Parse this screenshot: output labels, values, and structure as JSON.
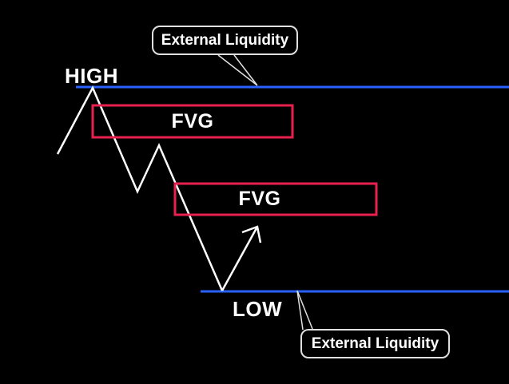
{
  "diagram": {
    "high_label": "HIGH",
    "low_label": "LOW",
    "fvg_upper_label": "FVG",
    "fvg_lower_label": "FVG",
    "external_liquidity_top_label": "External Liquidity",
    "external_liquidity_bottom_label": "External Liquidity",
    "colors": {
      "background": "#000000",
      "liquidity_line_blue": "#2962ff",
      "fvg_box_red": "#e8204e",
      "price_line_white": "#ffffff",
      "callout_border_gray": "#e0e0e0",
      "label_text_white": "#ffffff"
    }
  }
}
